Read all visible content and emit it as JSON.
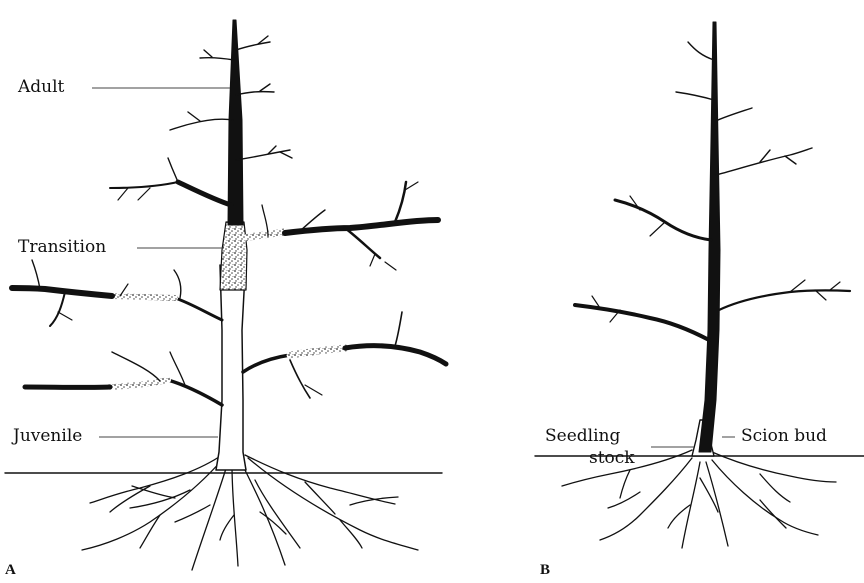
{
  "panel_a": {
    "letter": "A",
    "labels": {
      "adult": "Adult",
      "transition": "Transition",
      "juvenile": "Juvenile"
    }
  },
  "panel_b": {
    "letter": "B",
    "labels": {
      "seedling": "Seedling",
      "stock": "stock",
      "scion": "Scion bud"
    }
  }
}
